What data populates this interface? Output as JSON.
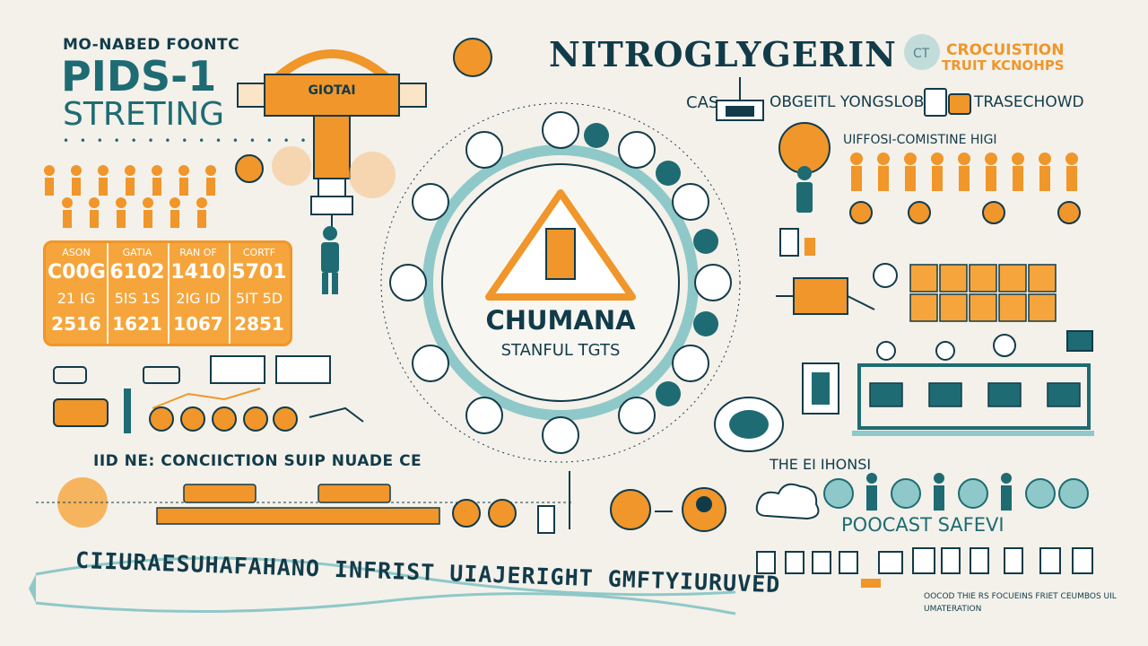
{
  "header": {
    "kicker": "MO-NABED FOONTC",
    "title_line1": "PIDS-1",
    "title_line2": "STRETING",
    "main_title": "NITROGLYGERIN",
    "main_title_suffix": "CT",
    "top_right_line1": "CROCUISTION",
    "top_right_line2": "TRUIT KCNOHPS"
  },
  "crane": {
    "sign_label": "GIOTAI"
  },
  "center": {
    "title": "CHUMANA",
    "subtitle": "STANFUL TGTS"
  },
  "stats": {
    "columns": [
      {
        "header": "ASON",
        "cells": [
          "C00G",
          "21 IG",
          "2516"
        ]
      },
      {
        "header": "GATIA",
        "cells": [
          "6102",
          "5IS 1S",
          "1621"
        ]
      },
      {
        "header": "RAN OF",
        "cells": [
          "1410",
          "2IG ID",
          "1067"
        ]
      },
      {
        "header": "CORTF",
        "cells": [
          "5701",
          "5IT 5D",
          "2851"
        ]
      }
    ]
  },
  "labels": {
    "cas_row": "CAS",
    "cas_mid": "OBGEITL YONGSLOBI",
    "cas_right": "TRASECHOWD",
    "people_header": "UIFFOSI-COMISTINE HIGI",
    "conveyor": "IID NE: CONCIICTION SUIP NUADE CE",
    "the_el": "THE EI IHONSI",
    "podcast": "POOCAST SAFEVI",
    "bottom_banner": "CIIURAESUHAFAHANO INFRIST UIAJERIGHT GMFTYIURUVED",
    "bottom_note_1": "OOCOD THIE RS FOCUEINS FRIET CEUMBOS UIL",
    "bottom_note_2": "UMATERATION"
  },
  "colors": {
    "orange": "#f0962a",
    "teal": "#1e6b73",
    "dark": "#123b4a",
    "cream": "#f3f1ea",
    "light_teal": "#8fc8c8"
  }
}
